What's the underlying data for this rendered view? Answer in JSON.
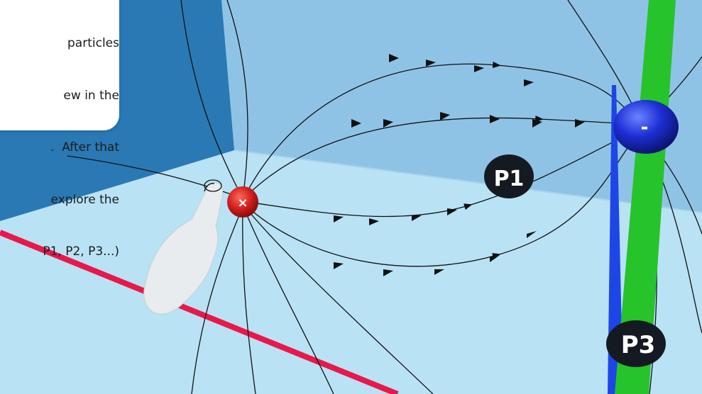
{
  "scene": {
    "panel": {
      "lines": [
        "particles",
        "ew in the",
        ".  After that",
        "explore the",
        "P1, P2, P3...)"
      ]
    },
    "probes": [
      {
        "label": "P1"
      },
      {
        "label": "P3"
      }
    ],
    "charges": [
      {
        "label": "×",
        "polarity": "positive",
        "color": "#d21c1c"
      },
      {
        "label": "-",
        "polarity": "negative",
        "color": "#1e2fd6"
      }
    ],
    "colors": {
      "sky_wall": "#8fc3e6",
      "left_wall": "#2a79b4",
      "floor": "#b9e2f5",
      "x_axis": "#e8184a",
      "y_axis": "#26c32b",
      "z_axis": "#1e46e6",
      "field_line": "#111111"
    },
    "icons": {
      "hand": "pointing-hand-icon",
      "positive_charge": "positive-charge-sphere",
      "negative_charge": "negative-charge-sphere"
    }
  }
}
